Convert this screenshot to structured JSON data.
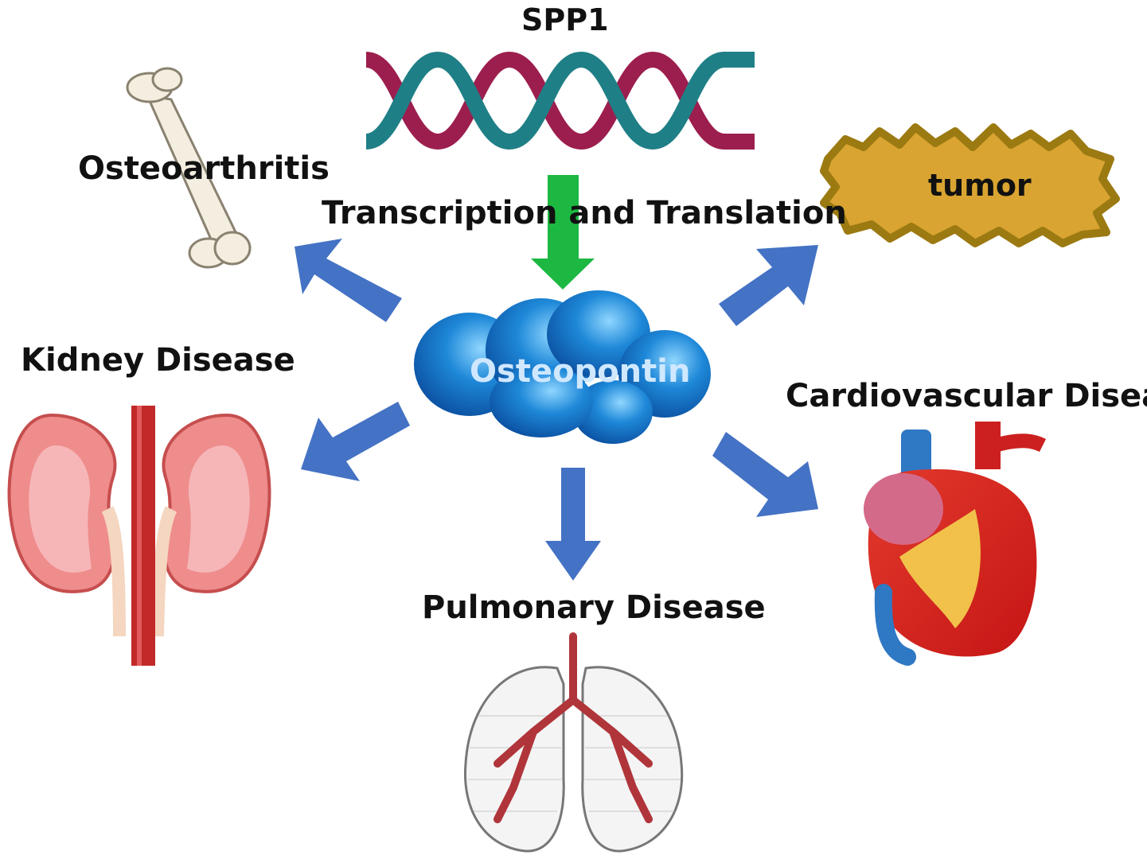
{
  "gene": {
    "label": "SPP1"
  },
  "process": {
    "label": "Transcription and Translation"
  },
  "protein": {
    "label": "Osteopontin"
  },
  "diseases": {
    "osteoarthritis": "Osteoarthritis",
    "tumor": "tumor",
    "kidney": "Kidney Disease",
    "cardiovascular": "Cardiovascular Disease",
    "pulmonary": "Pulmonary Disease"
  },
  "colors": {
    "outcome_arrow": "#4472c4",
    "process_arrow": "#1db842",
    "protein": "#1565c0",
    "dna_strand_a": "#9c1e4e",
    "dna_strand_b": "#1f7f86",
    "tumor_fill": "#d9a431",
    "tumor_edge": "#9c7a12"
  },
  "icons": [
    "dna-helix-icon",
    "bone-icon",
    "kidney-icon",
    "lungs-icon",
    "heart-icon",
    "tumor-blob-icon"
  ]
}
